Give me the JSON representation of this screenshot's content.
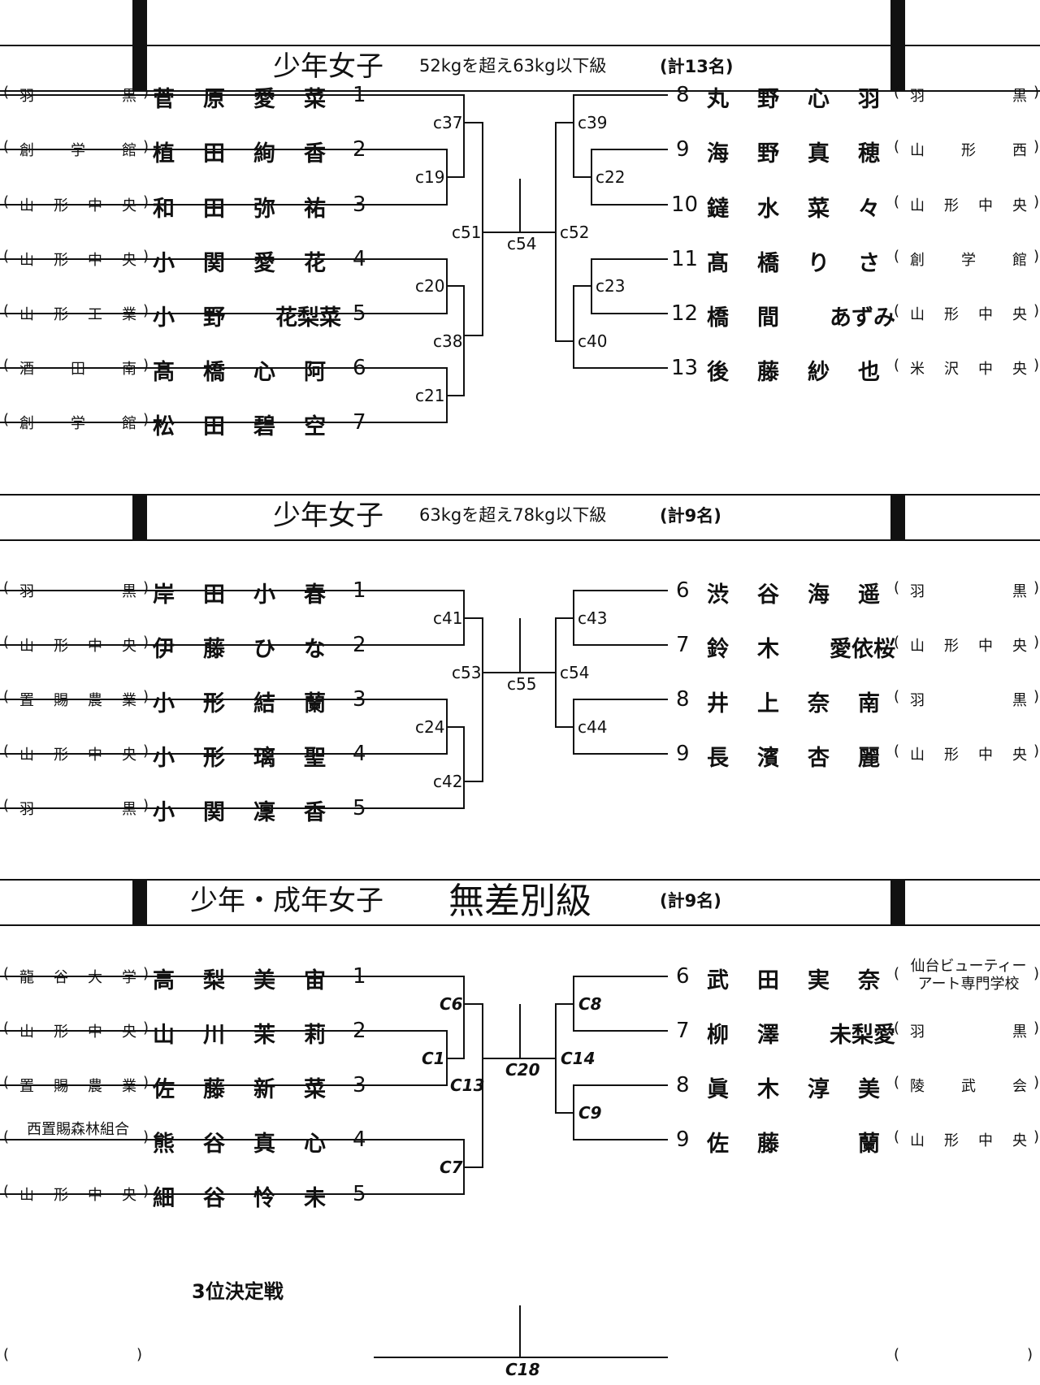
{
  "sections": [
    {
      "category": "少年女子",
      "weight_class": "52kgを超え63kg以下級",
      "count": "(計13名)",
      "left": [
        {
          "name": "菅原愛菜",
          "name_chars": [
            "菅",
            "原",
            "愛",
            "菜"
          ],
          "pref": [
            "羽",
            "黒"
          ],
          "seed": "1"
        },
        {
          "name": "植田絢香",
          "name_chars": [
            "植",
            "田",
            "絢",
            "香"
          ],
          "pref": [
            "創",
            "学",
            "館"
          ],
          "seed": "2"
        },
        {
          "name": "和田弥祐",
          "name_chars": [
            "和",
            "田",
            "弥",
            "祐"
          ],
          "pref": [
            "山",
            "形",
            "中",
            "央"
          ],
          "seed": "3"
        },
        {
          "name": "小関愛花",
          "name_chars": [
            "小",
            "関",
            "愛",
            "花"
          ],
          "pref": [
            "山",
            "形",
            "中",
            "央"
          ],
          "seed": "4"
        },
        {
          "name": "小野花梨菜",
          "name_chars": [
            "小",
            "野",
            "花梨菜"
          ],
          "pref": [
            "山",
            "形",
            "工",
            "業"
          ],
          "seed": "5"
        },
        {
          "name": "髙橋心阿",
          "name_chars": [
            "髙",
            "橋",
            "心",
            "阿"
          ],
          "pref": [
            "酒",
            "田",
            "南"
          ],
          "seed": "6"
        },
        {
          "name": "松田碧空",
          "name_chars": [
            "松",
            "田",
            "碧",
            "空"
          ],
          "pref": [
            "創",
            "学",
            "館"
          ],
          "seed": "7"
        }
      ],
      "right": [
        {
          "name": "丸野心羽",
          "name_chars": [
            "丸",
            "野",
            "心",
            "羽"
          ],
          "pref": [
            "羽",
            "黒"
          ],
          "seed": "8"
        },
        {
          "name": "海野真穂",
          "name_chars": [
            "海",
            "野",
            "真",
            "穂"
          ],
          "pref": [
            "山",
            "形",
            "西"
          ],
          "seed": "9"
        },
        {
          "name": "鐽水菜々",
          "name_chars": [
            "鐽",
            "水",
            "菜",
            "々"
          ],
          "pref": [
            "山",
            "形",
            "中",
            "央"
          ],
          "seed": "10"
        },
        {
          "name": "髙橋りさ",
          "name_chars": [
            "髙",
            "橋",
            "り",
            "さ"
          ],
          "pref": [
            "創",
            "学",
            "館"
          ],
          "seed": "11"
        },
        {
          "name": "橋間あずみ",
          "name_chars": [
            "橋",
            "間",
            "あずみ"
          ],
          "pref": [
            "山",
            "形",
            "中",
            "央"
          ],
          "seed": "12"
        },
        {
          "name": "後藤紗也",
          "name_chars": [
            "後",
            "藤",
            "紗",
            "也"
          ],
          "pref": [
            "米",
            "沢",
            "中",
            "央"
          ],
          "seed": "13"
        }
      ],
      "matches": [
        "c37",
        "c19",
        "c51",
        "c20",
        "c38",
        "c21",
        "c54",
        "c39",
        "c22",
        "c52",
        "c23",
        "c40"
      ]
    },
    {
      "category": "少年女子",
      "weight_class": "63kgを超え78kg以下級",
      "count": "(計9名)",
      "left": [
        {
          "name": "岸田小春",
          "name_chars": [
            "岸",
            "田",
            "小",
            "春"
          ],
          "pref": [
            "羽",
            "黒"
          ],
          "seed": "1"
        },
        {
          "name": "伊藤ひな",
          "name_chars": [
            "伊",
            "藤",
            "ひ",
            "な"
          ],
          "pref": [
            "山",
            "形",
            "中",
            "央"
          ],
          "seed": "2"
        },
        {
          "name": "小形結蘭",
          "name_chars": [
            "小",
            "形",
            "結",
            "蘭"
          ],
          "pref": [
            "置",
            "賜",
            "農",
            "業"
          ],
          "seed": "3"
        },
        {
          "name": "小形璃聖",
          "name_chars": [
            "小",
            "形",
            "璃",
            "聖"
          ],
          "pref": [
            "山",
            "形",
            "中",
            "央"
          ],
          "seed": "4"
        },
        {
          "name": "小関凜香",
          "name_chars": [
            "小",
            "関",
            "凜",
            "香"
          ],
          "pref": [
            "羽",
            "黒"
          ],
          "seed": "5"
        }
      ],
      "right": [
        {
          "name": "渋谷海遥",
          "name_chars": [
            "渋",
            "谷",
            "海",
            "遥"
          ],
          "pref": [
            "羽",
            "黒"
          ],
          "seed": "6"
        },
        {
          "name": "鈴木愛依桜",
          "name_chars": [
            "鈴",
            "木",
            "愛依桜"
          ],
          "pref": [
            "山",
            "形",
            "中",
            "央"
          ],
          "seed": "7"
        },
        {
          "name": "井上奈南",
          "name_chars": [
            "井",
            "上",
            "奈",
            "南"
          ],
          "pref": [
            "羽",
            "黒"
          ],
          "seed": "8"
        },
        {
          "name": "長濱杏麗",
          "name_chars": [
            "長",
            "濱",
            "杏",
            "麗"
          ],
          "pref": [
            "山",
            "形",
            "中",
            "央"
          ],
          "seed": "9"
        }
      ],
      "matches": [
        "c41",
        "c53",
        "c24",
        "c42",
        "c55",
        "c43",
        "c54",
        "c44"
      ]
    },
    {
      "category": "少年・成年女子",
      "weight_class": "無差別級",
      "count": "(計9名)",
      "left": [
        {
          "name": "高梨美宙",
          "name_chars": [
            "高",
            "梨",
            "美",
            "宙"
          ],
          "pref": [
            "龍",
            "谷",
            "大",
            "学"
          ],
          "seed": "1"
        },
        {
          "name": "山川茉莉",
          "name_chars": [
            "山",
            "川",
            "茉",
            "莉"
          ],
          "pref": [
            "山",
            "形",
            "中",
            "央"
          ],
          "seed": "2"
        },
        {
          "name": "佐藤新菜",
          "name_chars": [
            "佐",
            "藤",
            "新",
            "菜"
          ],
          "pref": [
            "置",
            "賜",
            "農",
            "業"
          ],
          "seed": "3"
        },
        {
          "name": "熊谷真心",
          "name_chars": [
            "熊",
            "谷",
            "真",
            "心"
          ],
          "pref_text": "西置賜森林組合",
          "pref": [],
          "seed": "4"
        },
        {
          "name": "細谷怜未",
          "name_chars": [
            "細",
            "谷",
            "怜",
            "未"
          ],
          "pref": [
            "山",
            "形",
            "中",
            "央"
          ],
          "seed": "5"
        }
      ],
      "right": [
        {
          "name": "武田実奈",
          "name_chars": [
            "武",
            "田",
            "実",
            "奈"
          ],
          "pref_text": "仙台ビューティーアート専門学校",
          "pref": [],
          "seed": "6"
        },
        {
          "name": "柳澤未梨愛",
          "name_chars": [
            "柳",
            "澤",
            "未梨愛"
          ],
          "pref": [
            "羽",
            "黒"
          ],
          "seed": "7"
        },
        {
          "name": "眞木淳美",
          "name_chars": [
            "眞",
            "木",
            "淳",
            "美"
          ],
          "pref": [
            "陵",
            "武",
            "会"
          ],
          "seed": "8"
        },
        {
          "name": "佐藤蘭",
          "name_chars": [
            "佐",
            "藤",
            "",
            "蘭"
          ],
          "pref": [
            "山",
            "形",
            "中",
            "央"
          ],
          "seed": "9"
        }
      ],
      "matches": [
        "C6",
        "C1",
        "C13",
        "C7",
        "C20",
        "C8",
        "C14",
        "C9"
      ]
    }
  ],
  "third_place": {
    "label": "3位決定戦",
    "match": "C18"
  }
}
